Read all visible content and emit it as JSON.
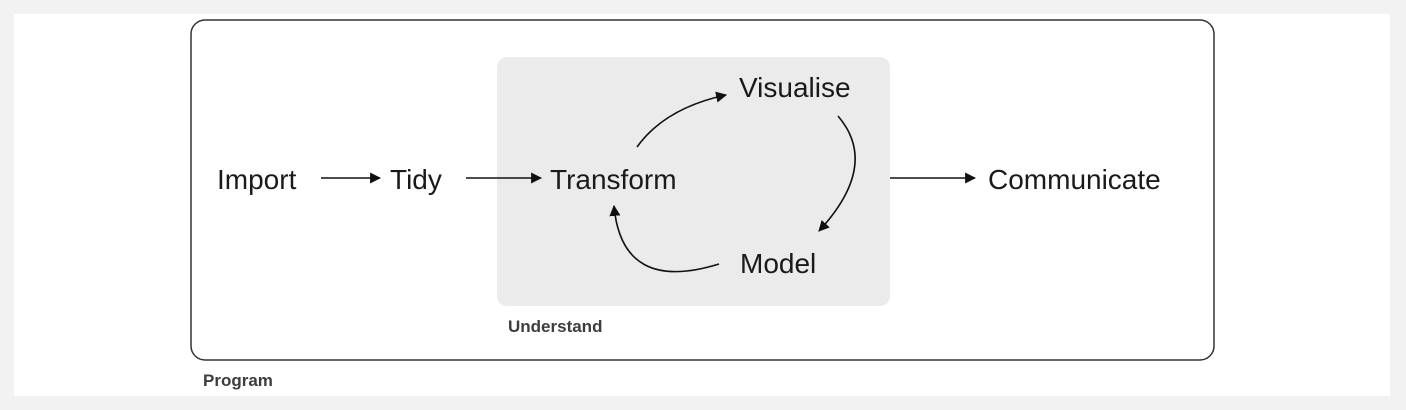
{
  "diagram": {
    "groups": {
      "program": {
        "label": "Program"
      },
      "understand": {
        "label": "Understand"
      }
    },
    "nodes": {
      "import": "Import",
      "tidy": "Tidy",
      "transform": "Transform",
      "visualise": "Visualise",
      "model": "Model",
      "communicate": "Communicate"
    },
    "edges": [
      {
        "from": "Import",
        "to": "Tidy"
      },
      {
        "from": "Tidy",
        "to": "Transform"
      },
      {
        "from": "Transform",
        "to": "Visualise"
      },
      {
        "from": "Visualise",
        "to": "Model"
      },
      {
        "from": "Model",
        "to": "Transform"
      },
      {
        "from": "Understand",
        "to": "Communicate"
      }
    ],
    "colors": {
      "page_background": "#f2f2f2",
      "canvas_background": "#ffffff",
      "program_border": "#333333",
      "understand_fill": "#ebebeb",
      "text": "#1a1a1a",
      "arrow": "#111111"
    }
  }
}
